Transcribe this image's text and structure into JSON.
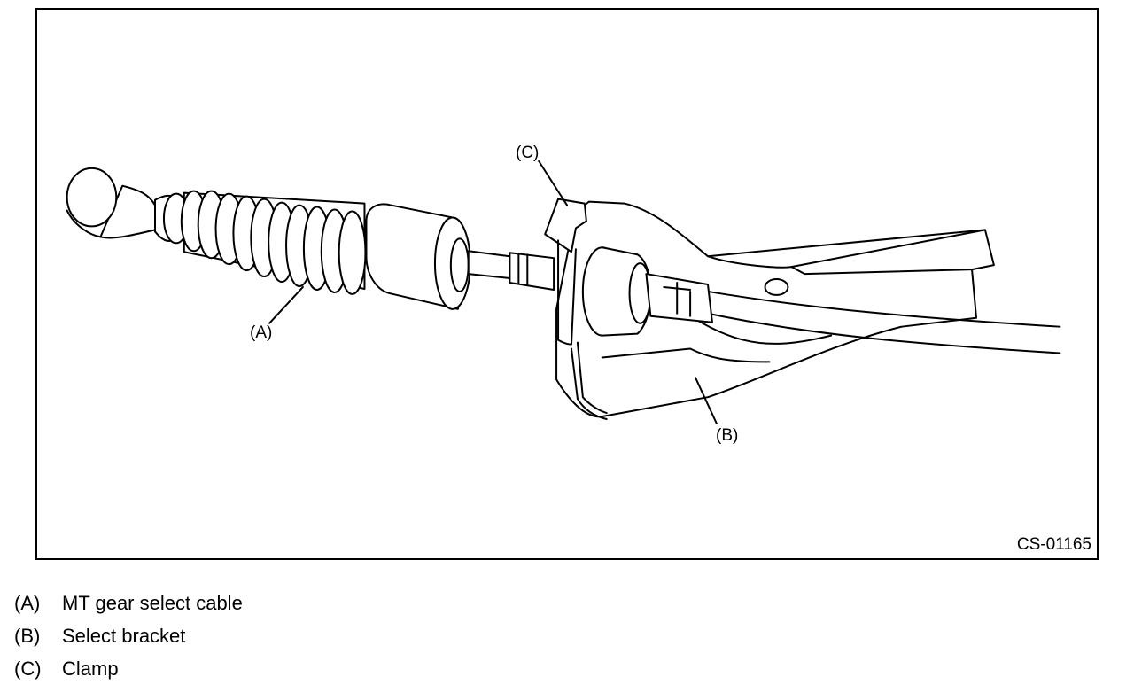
{
  "figure": {
    "callouts": {
      "a": "(A)",
      "b": "(B)",
      "c": "(C)"
    },
    "code": "CS-01165"
  },
  "legend": [
    {
      "key": "(A)",
      "text": "MT gear select cable"
    },
    {
      "key": "(B)",
      "text": "Select bracket"
    },
    {
      "key": "(C)",
      "text": "Clamp"
    }
  ]
}
